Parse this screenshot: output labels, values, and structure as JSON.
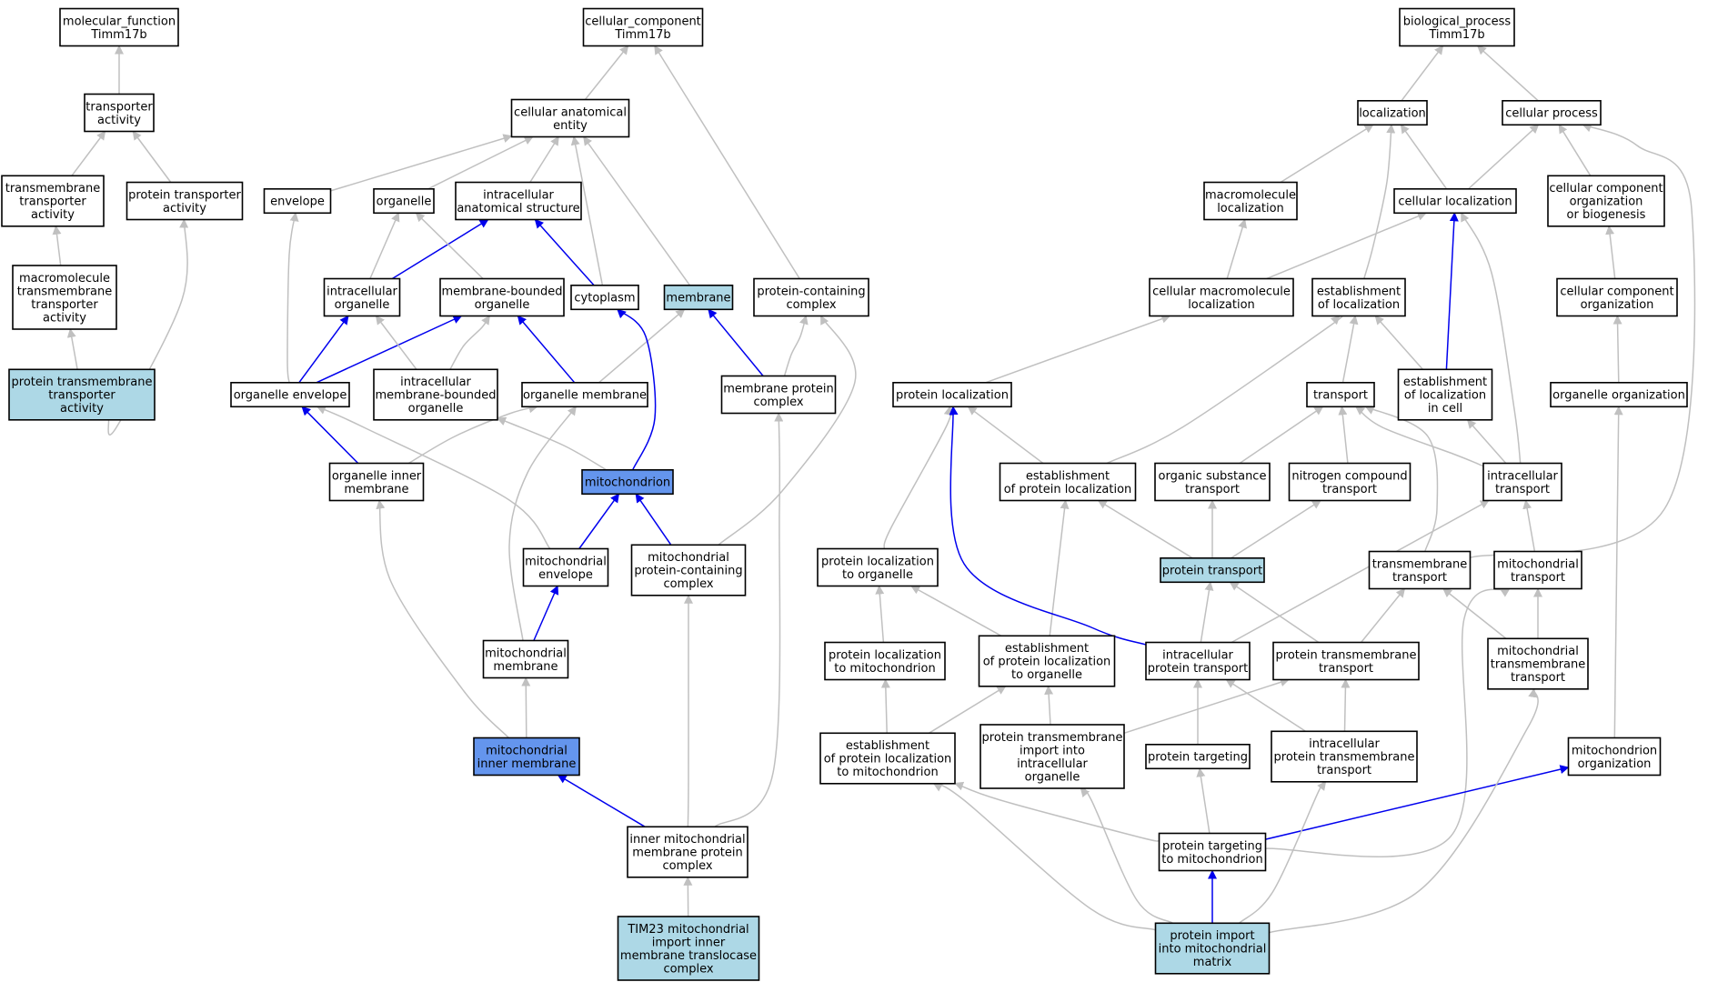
{
  "colors": {
    "node_default": "#ffffff",
    "node_light": "#add8e6",
    "node_dark": "#6495ed",
    "edge_grey": "#c0c0c0",
    "edge_blue": "#0000ee"
  },
  "nodes": [
    {
      "id": "mf",
      "lines": [
        "molecular_function",
        "Timm17b"
      ],
      "fill": "default"
    },
    {
      "id": "ta",
      "lines": [
        "transporter",
        "activity"
      ],
      "fill": "default"
    },
    {
      "id": "tmta",
      "lines": [
        "transmembrane",
        "transporter",
        "activity"
      ],
      "fill": "default"
    },
    {
      "id": "pta",
      "lines": [
        "protein transporter",
        "activity"
      ],
      "fill": "default"
    },
    {
      "id": "mtta",
      "lines": [
        "macromolecule",
        "transmembrane",
        "transporter",
        "activity"
      ],
      "fill": "default"
    },
    {
      "id": "ptmta",
      "lines": [
        "protein transmembrane",
        "transporter",
        "activity"
      ],
      "fill": "light"
    },
    {
      "id": "cc",
      "lines": [
        "cellular_component",
        "Timm17b"
      ],
      "fill": "default"
    },
    {
      "id": "cae",
      "lines": [
        "cellular anatomical",
        "entity"
      ],
      "fill": "default"
    },
    {
      "id": "env",
      "lines": [
        "envelope"
      ],
      "fill": "default"
    },
    {
      "id": "org",
      "lines": [
        "organelle"
      ],
      "fill": "default"
    },
    {
      "id": "ias",
      "lines": [
        "intracellular",
        "anatomical structure"
      ],
      "fill": "default"
    },
    {
      "id": "io",
      "lines": [
        "intracellular",
        "organelle"
      ],
      "fill": "default"
    },
    {
      "id": "mbo",
      "lines": [
        "membrane-bounded",
        "organelle"
      ],
      "fill": "default"
    },
    {
      "id": "cyto",
      "lines": [
        "cytoplasm"
      ],
      "fill": "default"
    },
    {
      "id": "mem",
      "lines": [
        "membrane"
      ],
      "fill": "light"
    },
    {
      "id": "pcc",
      "lines": [
        "protein-containing",
        "complex"
      ],
      "fill": "default"
    },
    {
      "id": "oe",
      "lines": [
        "organelle envelope"
      ],
      "fill": "default"
    },
    {
      "id": "imbo",
      "lines": [
        "intracellular",
        "membrane-bounded",
        "organelle"
      ],
      "fill": "default"
    },
    {
      "id": "om",
      "lines": [
        "organelle membrane"
      ],
      "fill": "default"
    },
    {
      "id": "mpc",
      "lines": [
        "membrane protein",
        "complex"
      ],
      "fill": "default"
    },
    {
      "id": "oim",
      "lines": [
        "organelle inner",
        "membrane"
      ],
      "fill": "default"
    },
    {
      "id": "mito",
      "lines": [
        "mitochondrion"
      ],
      "fill": "dark"
    },
    {
      "id": "menv",
      "lines": [
        "mitochondrial",
        "envelope"
      ],
      "fill": "default"
    },
    {
      "id": "mpcc",
      "lines": [
        "mitochondrial",
        "protein-containing",
        "complex"
      ],
      "fill": "default"
    },
    {
      "id": "mmem",
      "lines": [
        "mitochondrial",
        "membrane"
      ],
      "fill": "default"
    },
    {
      "id": "mim",
      "lines": [
        "mitochondrial",
        "inner membrane"
      ],
      "fill": "dark"
    },
    {
      "id": "immpc",
      "lines": [
        "inner mitochondrial",
        "membrane protein",
        "complex"
      ],
      "fill": "default"
    },
    {
      "id": "tim23",
      "lines": [
        "TIM23 mitochondrial",
        "import inner",
        "membrane translocase",
        "complex"
      ],
      "fill": "light"
    },
    {
      "id": "bp",
      "lines": [
        "biological_process",
        "Timm17b"
      ],
      "fill": "default"
    },
    {
      "id": "loc",
      "lines": [
        "localization"
      ],
      "fill": "default"
    },
    {
      "id": "cp",
      "lines": [
        "cellular process"
      ],
      "fill": "default"
    },
    {
      "id": "macloc",
      "lines": [
        "macromolecule",
        "localization"
      ],
      "fill": "default"
    },
    {
      "id": "cloc",
      "lines": [
        "cellular localization"
      ],
      "fill": "default"
    },
    {
      "id": "ccob",
      "lines": [
        "cellular component",
        "organization",
        "or biogenesis"
      ],
      "fill": "default"
    },
    {
      "id": "cmloc",
      "lines": [
        "cellular macromolecule",
        "localization"
      ],
      "fill": "default"
    },
    {
      "id": "eol",
      "lines": [
        "establishment",
        "of localization"
      ],
      "fill": "default"
    },
    {
      "id": "cco",
      "lines": [
        "cellular component",
        "organization"
      ],
      "fill": "default"
    },
    {
      "id": "ploc",
      "lines": [
        "protein localization"
      ],
      "fill": "default"
    },
    {
      "id": "trans",
      "lines": [
        "transport"
      ],
      "fill": "default"
    },
    {
      "id": "eolc",
      "lines": [
        "establishment",
        "of localization",
        "in cell"
      ],
      "fill": "default"
    },
    {
      "id": "oorg",
      "lines": [
        "organelle organization"
      ],
      "fill": "default"
    },
    {
      "id": "epl",
      "lines": [
        "establishment",
        "of protein localization"
      ],
      "fill": "default"
    },
    {
      "id": "ost",
      "lines": [
        "organic substance",
        "transport"
      ],
      "fill": "default"
    },
    {
      "id": "nct",
      "lines": [
        "nitrogen compound",
        "transport"
      ],
      "fill": "default"
    },
    {
      "id": "it",
      "lines": [
        "intracellular",
        "transport"
      ],
      "fill": "default"
    },
    {
      "id": "plo",
      "lines": [
        "protein localization",
        "to organelle"
      ],
      "fill": "default"
    },
    {
      "id": "pt",
      "lines": [
        "protein transport"
      ],
      "fill": "light"
    },
    {
      "id": "tmt",
      "lines": [
        "transmembrane",
        "transport"
      ],
      "fill": "default"
    },
    {
      "id": "mt",
      "lines": [
        "mitochondrial",
        "transport"
      ],
      "fill": "default"
    },
    {
      "id": "plm",
      "lines": [
        "protein localization",
        "to mitochondrion"
      ],
      "fill": "default"
    },
    {
      "id": "eplo",
      "lines": [
        "establishment",
        "of protein localization",
        "to organelle"
      ],
      "fill": "default"
    },
    {
      "id": "ipt",
      "lines": [
        "intracellular",
        "protein transport"
      ],
      "fill": "default"
    },
    {
      "id": "ptmt",
      "lines": [
        "protein transmembrane",
        "transport"
      ],
      "fill": "default"
    },
    {
      "id": "mtmt",
      "lines": [
        "mitochondrial",
        "transmembrane",
        "transport"
      ],
      "fill": "default"
    },
    {
      "id": "eplm",
      "lines": [
        "establishment",
        "of protein localization",
        "to mitochondrion"
      ],
      "fill": "default"
    },
    {
      "id": "ptmi",
      "lines": [
        "protein transmembrane",
        "import into",
        "intracellular",
        "organelle"
      ],
      "fill": "default"
    },
    {
      "id": "ptgt",
      "lines": [
        "protein targeting"
      ],
      "fill": "default"
    },
    {
      "id": "iptmt",
      "lines": [
        "intracellular",
        "protein transmembrane",
        "transport"
      ],
      "fill": "default"
    },
    {
      "id": "morg",
      "lines": [
        "mitochondrion",
        "organization"
      ],
      "fill": "default"
    },
    {
      "id": "ptm",
      "lines": [
        "protein targeting",
        "to mitochondrion"
      ],
      "fill": "default"
    },
    {
      "id": "pimm",
      "lines": [
        "protein import",
        "into mitochondrial",
        "matrix"
      ],
      "fill": "light"
    }
  ],
  "edges": [
    {
      "from": "ta",
      "to": "mf",
      "color": "grey"
    },
    {
      "from": "tmta",
      "to": "ta",
      "color": "grey"
    },
    {
      "from": "pta",
      "to": "ta",
      "color": "grey"
    },
    {
      "from": "mtta",
      "to": "tmta",
      "color": "grey"
    },
    {
      "from": "ptmta",
      "to": "mtta",
      "color": "grey"
    },
    {
      "from": "ptmta",
      "to": "pta",
      "color": "grey"
    },
    {
      "from": "cae",
      "to": "cc",
      "color": "grey"
    },
    {
      "from": "pcc",
      "to": "cc",
      "color": "grey"
    },
    {
      "from": "env",
      "to": "cae",
      "color": "grey"
    },
    {
      "from": "org",
      "to": "cae",
      "color": "grey"
    },
    {
      "from": "ias",
      "to": "cae",
      "color": "grey"
    },
    {
      "from": "cyto",
      "to": "cae",
      "color": "grey"
    },
    {
      "from": "mem",
      "to": "cae",
      "color": "grey"
    },
    {
      "from": "io",
      "to": "org",
      "color": "grey"
    },
    {
      "from": "io",
      "to": "ias",
      "color": "blue"
    },
    {
      "from": "mbo",
      "to": "org",
      "color": "grey"
    },
    {
      "from": "cyto",
      "to": "ias",
      "color": "blue"
    },
    {
      "from": "oe",
      "to": "env",
      "color": "grey"
    },
    {
      "from": "oe",
      "to": "io",
      "color": "blue"
    },
    {
      "from": "oe",
      "to": "mbo",
      "color": "blue"
    },
    {
      "from": "imbo",
      "to": "io",
      "color": "grey"
    },
    {
      "from": "imbo",
      "to": "mbo",
      "color": "grey"
    },
    {
      "from": "om",
      "to": "mbo",
      "color": "blue"
    },
    {
      "from": "om",
      "to": "mem",
      "color": "grey"
    },
    {
      "from": "mpc",
      "to": "mem",
      "color": "blue"
    },
    {
      "from": "mpc",
      "to": "pcc",
      "color": "grey"
    },
    {
      "from": "oim",
      "to": "oe",
      "color": "blue"
    },
    {
      "from": "oim",
      "to": "om",
      "color": "grey"
    },
    {
      "from": "mito",
      "to": "imbo",
      "color": "grey"
    },
    {
      "from": "mito",
      "to": "cyto",
      "color": "blue"
    },
    {
      "from": "menv",
      "to": "oe",
      "color": "grey"
    },
    {
      "from": "menv",
      "to": "mito",
      "color": "blue"
    },
    {
      "from": "mpcc",
      "to": "mito",
      "color": "blue"
    },
    {
      "from": "mpcc",
      "to": "pcc",
      "color": "grey"
    },
    {
      "from": "mmem",
      "to": "menv",
      "color": "blue"
    },
    {
      "from": "mmem",
      "to": "om",
      "color": "grey"
    },
    {
      "from": "mim",
      "to": "mmem",
      "color": "grey"
    },
    {
      "from": "mim",
      "to": "oim",
      "color": "grey"
    },
    {
      "from": "immpc",
      "to": "mim",
      "color": "blue"
    },
    {
      "from": "immpc",
      "to": "mpcc",
      "color": "grey"
    },
    {
      "from": "immpc",
      "to": "mpc",
      "color": "grey"
    },
    {
      "from": "tim23",
      "to": "immpc",
      "color": "grey"
    },
    {
      "from": "loc",
      "to": "bp",
      "color": "grey"
    },
    {
      "from": "cp",
      "to": "bp",
      "color": "grey"
    },
    {
      "from": "macloc",
      "to": "loc",
      "color": "grey"
    },
    {
      "from": "cloc",
      "to": "loc",
      "color": "grey"
    },
    {
      "from": "cloc",
      "to": "cp",
      "color": "grey"
    },
    {
      "from": "ccob",
      "to": "cp",
      "color": "grey"
    },
    {
      "from": "cmloc",
      "to": "macloc",
      "color": "grey"
    },
    {
      "from": "cmloc",
      "to": "cloc",
      "color": "grey"
    },
    {
      "from": "eol",
      "to": "loc",
      "color": "grey"
    },
    {
      "from": "cco",
      "to": "ccob",
      "color": "grey"
    },
    {
      "from": "ploc",
      "to": "cmloc",
      "color": "grey"
    },
    {
      "from": "trans",
      "to": "eol",
      "color": "grey"
    },
    {
      "from": "eolc",
      "to": "eol",
      "color": "grey"
    },
    {
      "from": "eolc",
      "to": "cloc",
      "color": "blue"
    },
    {
      "from": "oorg",
      "to": "cco",
      "color": "grey"
    },
    {
      "from": "epl",
      "to": "ploc",
      "color": "grey"
    },
    {
      "from": "epl",
      "to": "eol",
      "color": "grey"
    },
    {
      "from": "ost",
      "to": "trans",
      "color": "grey"
    },
    {
      "from": "nct",
      "to": "trans",
      "color": "grey"
    },
    {
      "from": "it",
      "to": "trans",
      "color": "grey"
    },
    {
      "from": "it",
      "to": "eolc",
      "color": "grey"
    },
    {
      "from": "it",
      "to": "cloc",
      "color": "grey"
    },
    {
      "from": "plo",
      "to": "ploc",
      "color": "grey"
    },
    {
      "from": "pt",
      "to": "epl",
      "color": "grey"
    },
    {
      "from": "pt",
      "to": "ost",
      "color": "grey"
    },
    {
      "from": "pt",
      "to": "nct",
      "color": "grey"
    },
    {
      "from": "tmt",
      "to": "trans",
      "color": "grey"
    },
    {
      "from": "tmt",
      "to": "cp",
      "color": "grey"
    },
    {
      "from": "mt",
      "to": "it",
      "color": "grey"
    },
    {
      "from": "plm",
      "to": "plo",
      "color": "grey"
    },
    {
      "from": "eplo",
      "to": "plo",
      "color": "grey"
    },
    {
      "from": "eplo",
      "to": "epl",
      "color": "grey"
    },
    {
      "from": "ipt",
      "to": "pt",
      "color": "grey"
    },
    {
      "from": "ipt",
      "to": "it",
      "color": "grey"
    },
    {
      "from": "ipt",
      "to": "ploc",
      "color": "blue"
    },
    {
      "from": "ptmt",
      "to": "pt",
      "color": "grey"
    },
    {
      "from": "ptmt",
      "to": "tmt",
      "color": "grey"
    },
    {
      "from": "mtmt",
      "to": "tmt",
      "color": "grey"
    },
    {
      "from": "mtmt",
      "to": "mt",
      "color": "grey"
    },
    {
      "from": "eplm",
      "to": "plm",
      "color": "grey"
    },
    {
      "from": "eplm",
      "to": "eplo",
      "color": "grey"
    },
    {
      "from": "ptmi",
      "to": "eplo",
      "color": "grey"
    },
    {
      "from": "ptmi",
      "to": "ptmt",
      "color": "grey"
    },
    {
      "from": "ptgt",
      "to": "ipt",
      "color": "grey"
    },
    {
      "from": "iptmt",
      "to": "ipt",
      "color": "grey"
    },
    {
      "from": "iptmt",
      "to": "ptmt",
      "color": "grey"
    },
    {
      "from": "morg",
      "to": "oorg",
      "color": "grey"
    },
    {
      "from": "ptm",
      "to": "ptgt",
      "color": "grey"
    },
    {
      "from": "ptm",
      "to": "eplm",
      "color": "grey"
    },
    {
      "from": "ptm",
      "to": "mt",
      "color": "grey"
    },
    {
      "from": "ptm",
      "to": "morg",
      "color": "blue"
    },
    {
      "from": "pimm",
      "to": "ptm",
      "color": "blue"
    },
    {
      "from": "pimm",
      "to": "eplm",
      "color": "grey"
    },
    {
      "from": "pimm",
      "to": "ptmi",
      "color": "grey"
    },
    {
      "from": "pimm",
      "to": "iptmt",
      "color": "grey"
    },
    {
      "from": "pimm",
      "to": "mtmt",
      "color": "grey"
    }
  ]
}
